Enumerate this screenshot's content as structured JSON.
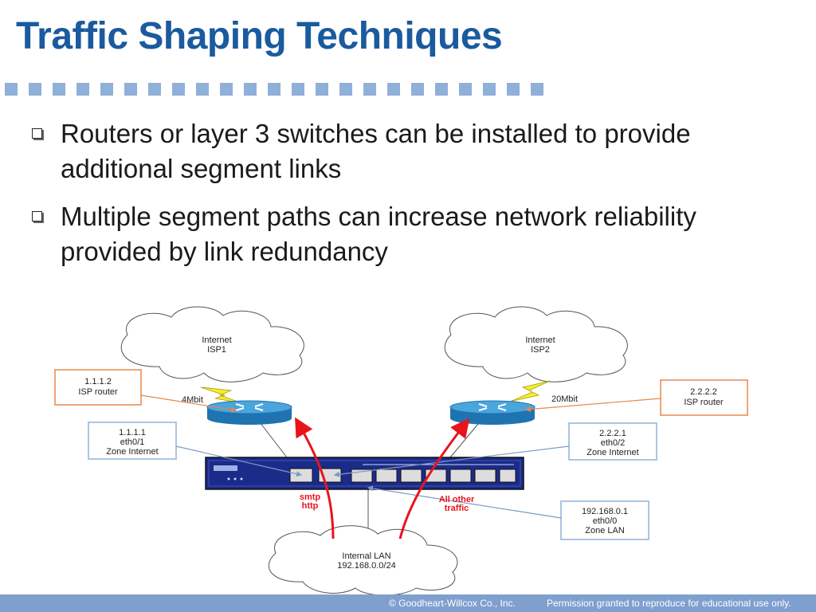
{
  "slide": {
    "title": "Traffic Shaping Techniques",
    "bullets": [
      "Routers or layer 3 switches can be installed to provide additional segment links",
      "Multiple segment paths can increase network reliability provided by link redundancy"
    ]
  },
  "diagram": {
    "isp1_cloud": {
      "line1": "Internet",
      "line2": "ISP1"
    },
    "isp2_cloud": {
      "line1": "Internet",
      "line2": "ISP2"
    },
    "lan_cloud": {
      "line1": "Internal LAN",
      "line2": "192.168.0.0/24"
    },
    "isp1_router_box": {
      "line1": "1.1.1.2",
      "line2": "ISP router"
    },
    "isp2_router_box": {
      "line1": "2.2.2.2",
      "line2": "ISP router"
    },
    "eth01_box": {
      "line1": "1.1.1.1",
      "line2": "eth0/1",
      "line3": "Zone Internet"
    },
    "eth02_box": {
      "line1": "2.2.2.1",
      "line2": "eth0/2",
      "line3": "Zone Internet"
    },
    "eth00_box": {
      "line1": "192.168.0.1",
      "line2": "eth0/0",
      "line3": "Zone LAN"
    },
    "link_left_label": "4Mbit",
    "link_right_label": "20Mbit",
    "arrow_left_label": {
      "line1": "smtp",
      "line2": "http"
    },
    "arrow_right_label": {
      "line1": "All other",
      "line2": "traffic"
    },
    "colors": {
      "router": "#2e8fc9",
      "firewall": "#1b2b8a",
      "arrow": "#e8141c",
      "orange_box": "#e8884a",
      "blue_box": "#8fb3d9",
      "bolt": "#f5ef2a"
    }
  },
  "footer": {
    "copyright": "© Goodheart-Willcox Co., Inc.",
    "permission": "Permission granted to reproduce for educational use only."
  }
}
